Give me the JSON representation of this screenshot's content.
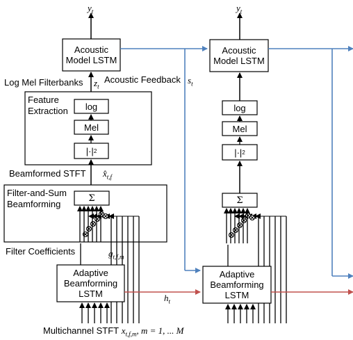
{
  "outputs": {
    "y": "y",
    "y_sub": "t"
  },
  "left": {
    "am1": "Acoustic",
    "am2": "Model LSTM",
    "fe1": "Feature",
    "fe2": "Extraction",
    "log": "log",
    "mel": "Mel",
    "abs": "|·|",
    "abs_pow": "2",
    "fs1": "Filter-and-Sum",
    "fs2": "Beamforming",
    "sum": "Σ",
    "ab1": "Adaptive",
    "ab2": "Beamforming",
    "ab3": "LSTM"
  },
  "right": {
    "am1": "Acoustic",
    "am2": "Model LSTM",
    "log": "log",
    "mel": "Mel",
    "abs": "|·|",
    "abs_pow": "2",
    "sum": "Σ",
    "ab1": "Adaptive",
    "ab2": "Beamforming",
    "ab3": "LSTM"
  },
  "labels": {
    "log_mel": "Log Mel Filterbanks",
    "z": "z",
    "z_sub": "t",
    "acoustic_feedback": "Acoustic  Feedback",
    "s": "s",
    "s_sub": "t",
    "beamformed": "Beamformed STFT",
    "xhat": "x̂",
    "xhat_sub": "t,f",
    "filter_coeff": "Filter Coefficients",
    "g": "g",
    "g_sub": "t,f,m",
    "h": "h",
    "h_sub": "t",
    "multichannel": "Multichannel STFT",
    "x": "x",
    "x_sub": "t,f,m",
    "m_range": ", m = 1, ... M"
  },
  "colors": {
    "feedback": "#4f81bd",
    "hidden": "#c0504d",
    "line": "#000000"
  }
}
